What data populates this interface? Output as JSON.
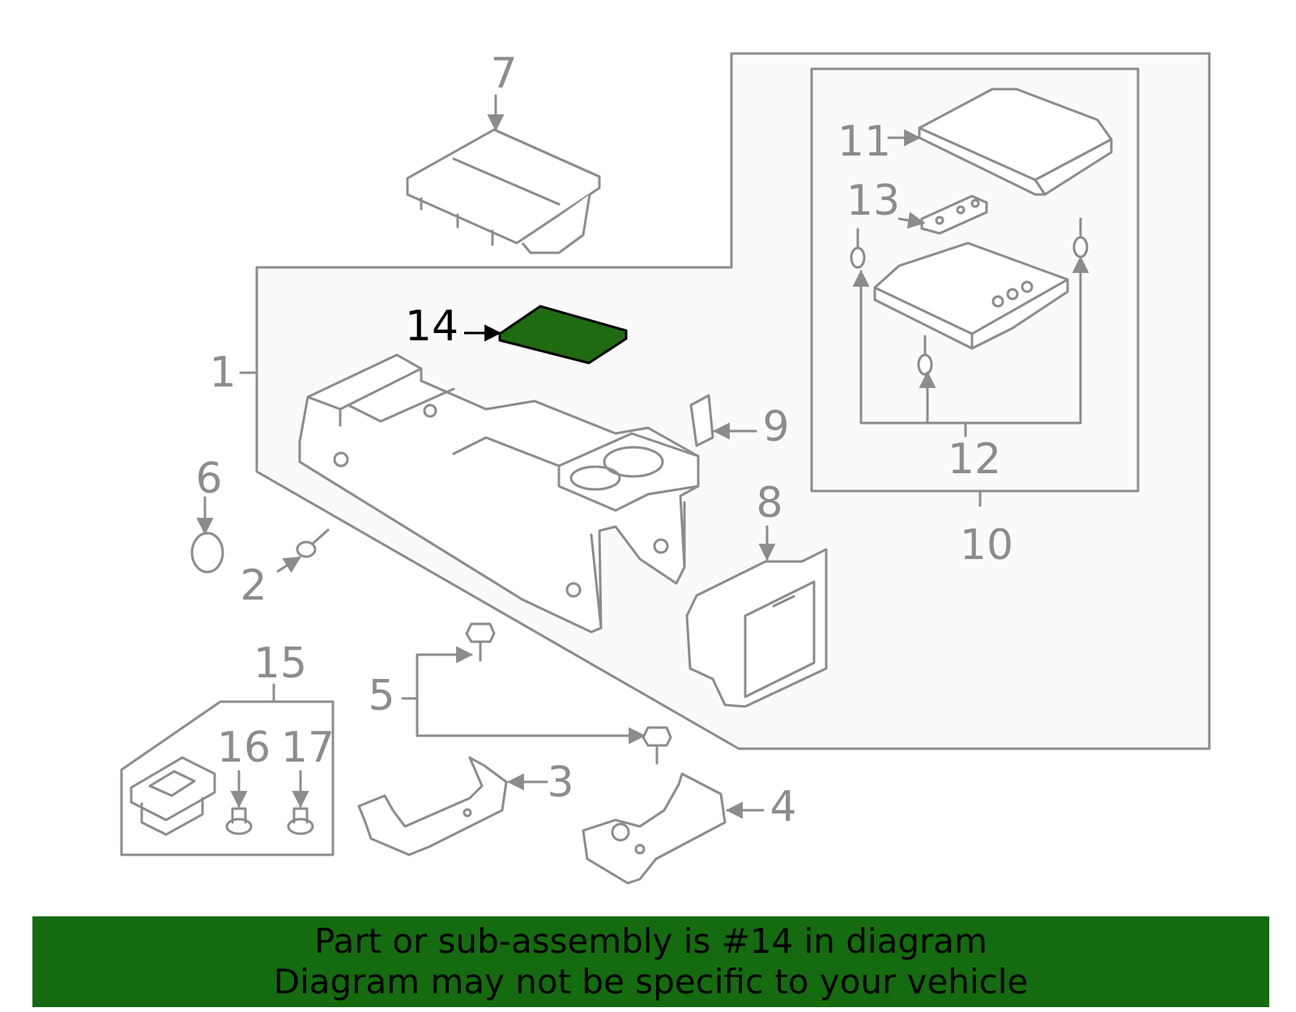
{
  "callouts": {
    "c1": "1",
    "c2": "2",
    "c3": "3",
    "c4": "4",
    "c5": "5",
    "c6": "6",
    "c7": "7",
    "c8": "8",
    "c9": "9",
    "c10": "10",
    "c11": "11",
    "c12": "12",
    "c13": "13",
    "c14": "14",
    "c15": "15",
    "c16": "16",
    "c17": "17"
  },
  "highlighted_part": "14",
  "highlight_color": "#1f6b12",
  "banner": {
    "line1": "Part or sub-assembly is #14 in diagram",
    "line2": "Diagram may not be specific to your vehicle",
    "background": "#156b0f"
  }
}
